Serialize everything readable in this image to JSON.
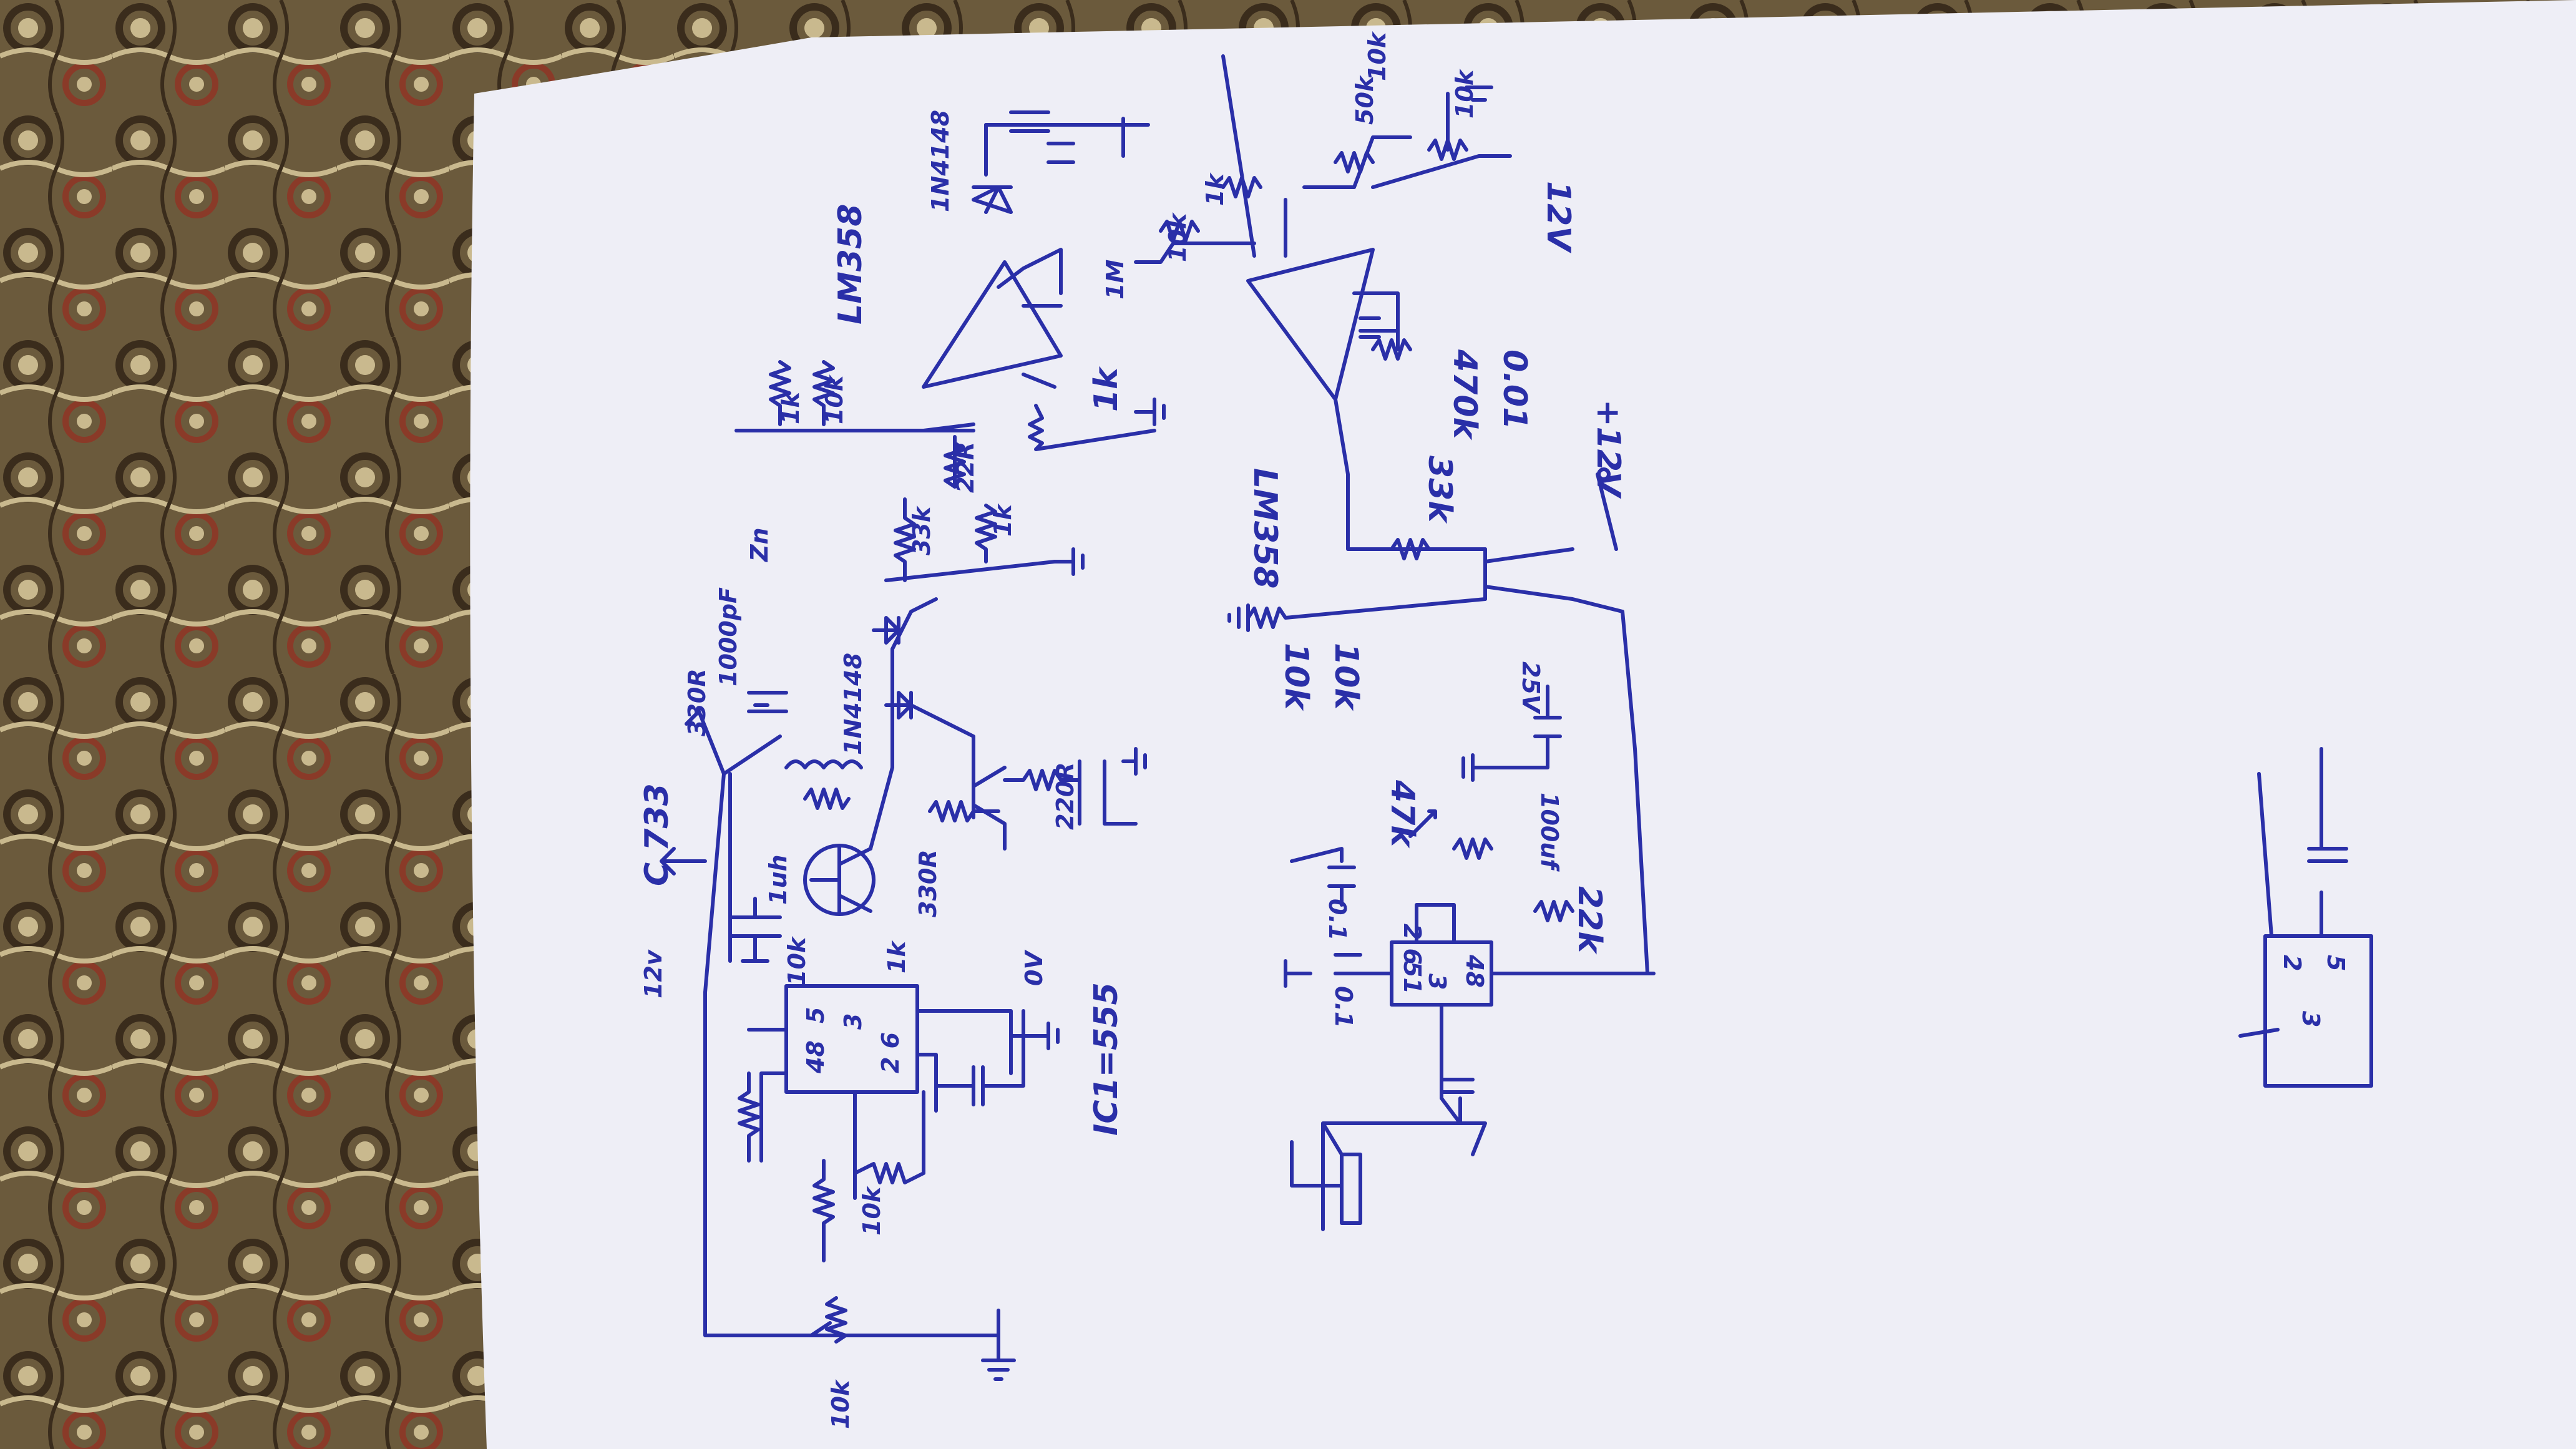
{
  "diagram": {
    "colors": {
      "carpet_base": "#6b5a3c",
      "carpet_dark": "#3a2c1c",
      "carpet_light": "#c9b98e",
      "carpet_accent": "#8a3a28",
      "paper": "#eeeef6",
      "ink": "#2a2fa8"
    },
    "labels": {
      "supply_12v": "12v",
      "transistor_c733": "C 733",
      "res_330r": "330R",
      "cap_1000pf": "1000pF",
      "diode_1n4148_left": "1N4148",
      "zener": "Zn",
      "ind_1uh": "1uh",
      "res_10k": "10k",
      "res_1k": "1k",
      "ic1_pin_nums": "48",
      "ic1_pin3": "3",
      "ic1_pin_2_6": "2 6",
      "ic1_5": "5",
      "res_330r_b": "330R",
      "res_220r": "220R",
      "zero_v": "0V",
      "ic1_555": "IC1=555",
      "res_10k_bottom": "10k",
      "res_10k_trim": "10k",
      "res_33k": "33k",
      "res_22r": "22R",
      "res_1k_b": "1k",
      "res_1k_c": "1k",
      "res_10k_c": "10k",
      "lm358_top": "LM358",
      "diode_1n4148_right": "1N4148",
      "res_1k_d": "1k",
      "res_1m": "1M",
      "res_10k_d": "10k",
      "res_1k_e": "1k",
      "res_50k": "50k",
      "res_10k_e": "10k",
      "res_10k_f": "10k",
      "supply_12v_b": "12V",
      "lm358_bottom": "LM358",
      "res_470k": "470k",
      "cap_001": "0.01",
      "res_33k_b": "33k",
      "supply_plus12v": "+12V",
      "res_10k_g": "10k",
      "res_10k_h": "10k",
      "cap_25v": "25V",
      "cap_100uf": "100uf",
      "res_47k": "47k",
      "res_22k": "22k",
      "cap_01a": "0.1",
      "cap_01b": "0.1",
      "ic2_pins_a": "48",
      "ic2_pin3": "3",
      "ic2_pins_b": "2 6",
      "ic2_pin51": "51",
      "mini_ic_3": "3",
      "mini_ic_2": "2",
      "mini_ic_5": "5"
    }
  }
}
